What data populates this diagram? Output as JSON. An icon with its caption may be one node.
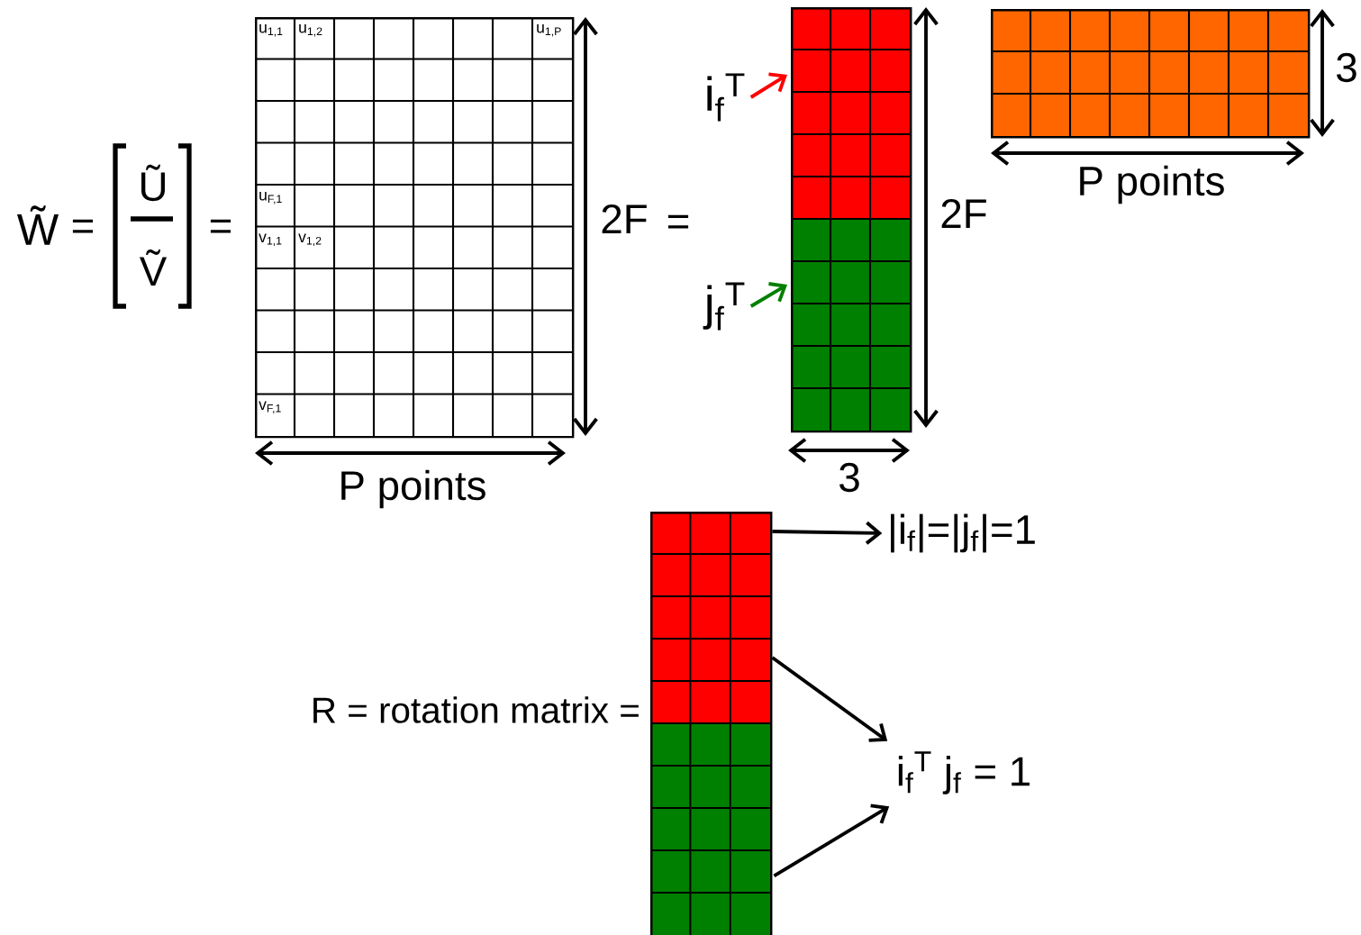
{
  "diagram": {
    "nodes": [
      {
        "text": [
          "u$_{1,1}$",
          "u$_{1,2}$",
          "u$_{1,P}$",
          "u$_{F,1}$",
          "v$_{1,1}$",
          "v$_{1,2}$",
          "v$_{F,1}$"
        ]
      },
      {
        "text": [],
        "shape": "box"
      },
      {
        "text": [
          "i$_{f}$$^{T}$"
        ]
      },
      {
        "text": [
          "j$_{f}$$^{T}$"
        ]
      },
      {
        "text": [],
        "shape": "box"
      },
      {
        "text": [],
        "shape": "box"
      },
      {
        "text": [
          "|i$_{f}$|=|j$_{f}$|=1"
        ]
      },
      {
        "text": [
          "i$_{f}$$^{T}$ j$_{f}$ = 1"
        ]
      }
    ],
    "edges": [
      {
        "from": 2,
        "to": 1,
        "arrow": "to",
        "color": "#ff0000"
      },
      {
        "from": 3,
        "to": 1,
        "arrow": "to",
        "color": "#008000"
      },
      {
        "from": 5,
        "to": 6,
        "arrow": "to"
      },
      {
        "from": 5,
        "to": 7,
        "arrow": "to"
      },
      {
        "from": 5,
        "to": 7,
        "arrow": "to"
      }
    ],
    "labels": [
      "W̃",
      "=",
      "Ũ",
      "Ṽ",
      "=",
      "2F",
      "=",
      "P points",
      "2F",
      "3",
      "3",
      "P points",
      "R = rotation matrix ="
    ]
  }
}
